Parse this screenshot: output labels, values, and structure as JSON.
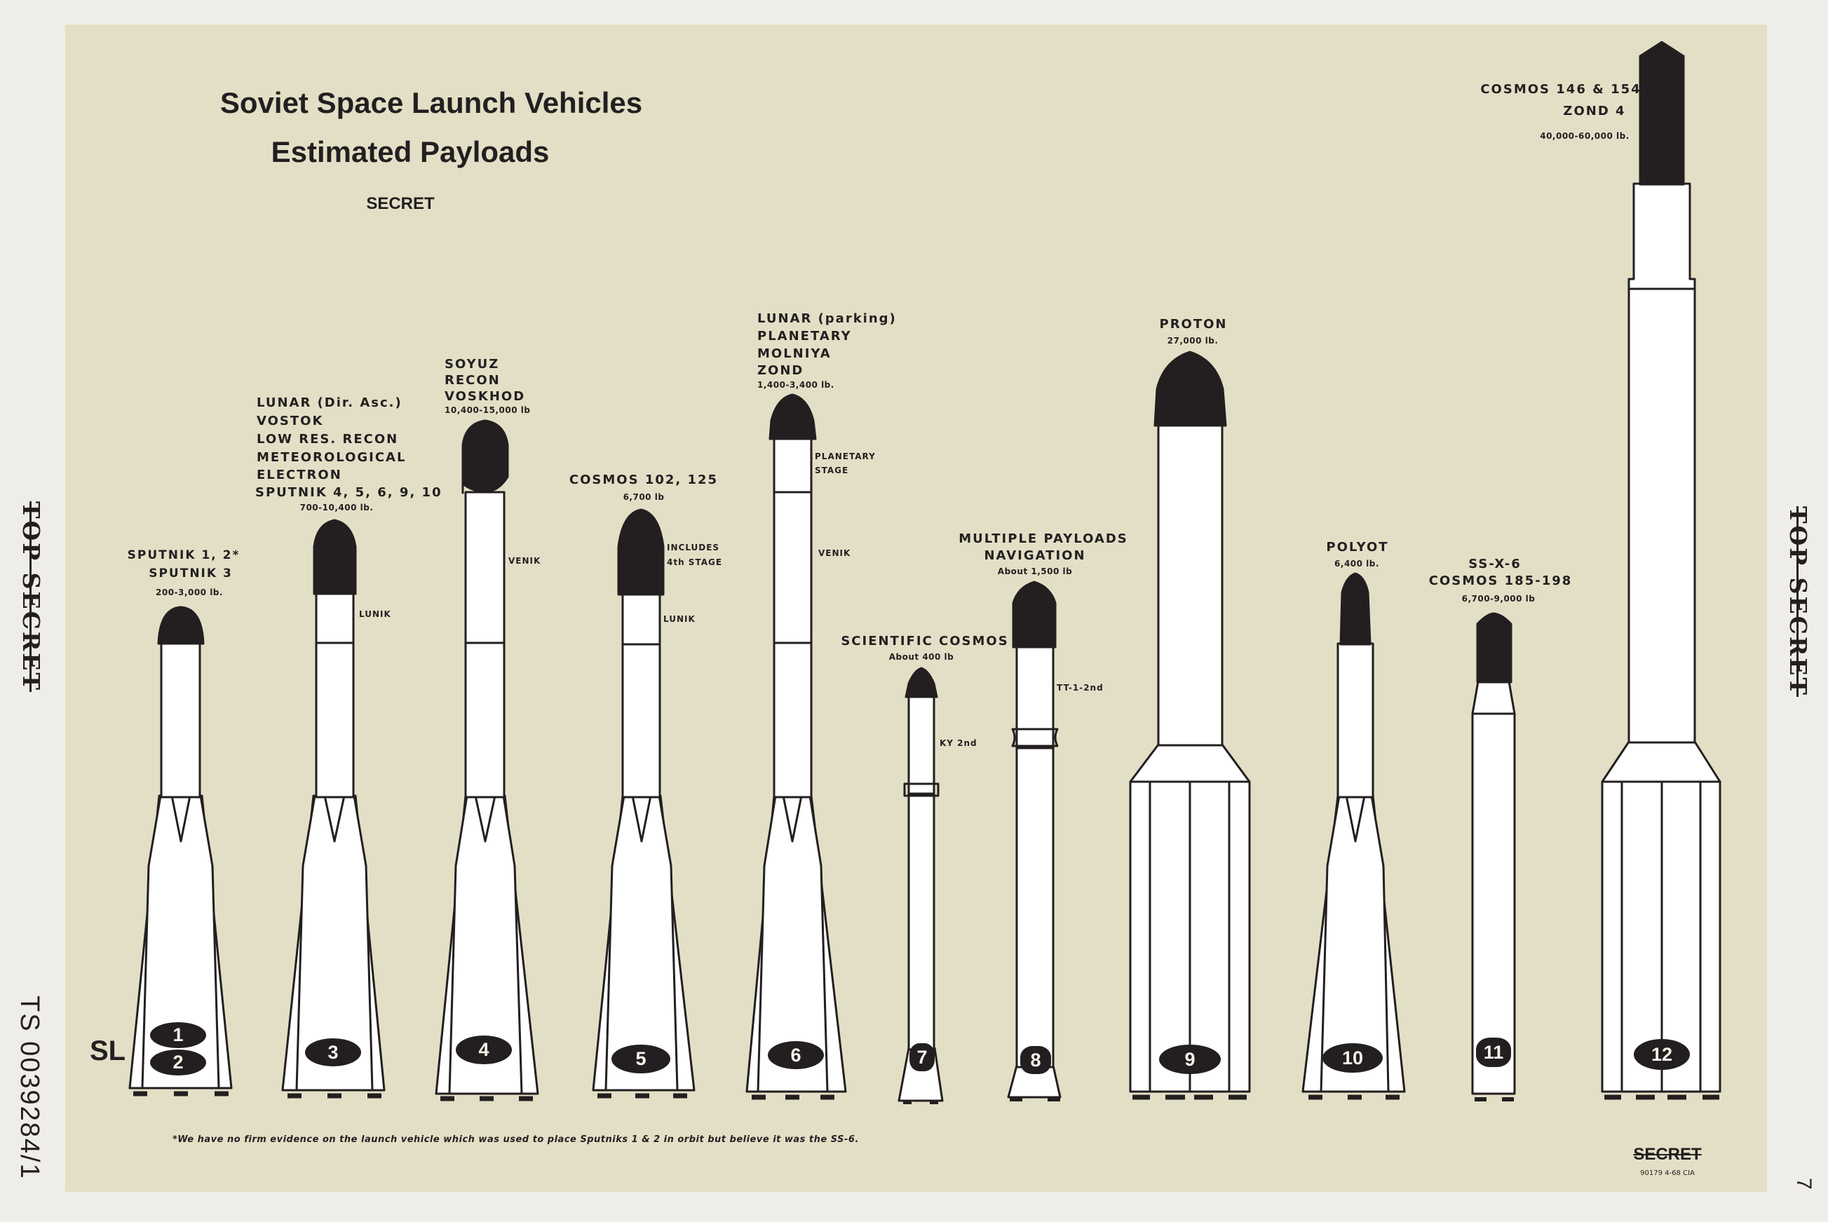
{
  "title": {
    "line1": "Soviet Space Launch Vehicles",
    "line2": "Estimated Payloads",
    "classification": "SECRET"
  },
  "side_markings": {
    "left_top_secret": "TOP SECRET",
    "right_top_secret": "TOP SECRET",
    "control_number": "TS 0039284/1",
    "page_number": "7"
  },
  "sl_label": "SL",
  "vehicles": [
    {
      "number": "1",
      "missions": [
        "SPUTNIK 1, 2*",
        "SPUTNIK 3"
      ],
      "payload": "200-3,000 lb.",
      "stage_labels": []
    },
    {
      "number": "2",
      "missions": [],
      "payload": "",
      "stage_labels": []
    },
    {
      "number": "3",
      "missions": [
        "LUNAR (Dir. Asc.)",
        "VOSTOK",
        "LOW RES. RECON",
        "METEOROLOGICAL",
        "ELECTRON",
        "SPUTNIK 4, 5, 6, 9, 10"
      ],
      "payload": "700-10,400 lb.",
      "stage_labels": [
        "LUNIK"
      ]
    },
    {
      "number": "4",
      "missions": [
        "SOYUZ",
        "RECON",
        "VOSKHOD"
      ],
      "payload": "10,400-15,000 lb",
      "stage_labels": [
        "VENIK"
      ]
    },
    {
      "number": "5",
      "missions": [
        "COSMOS 102, 125"
      ],
      "payload": "6,700 lb",
      "stage_labels": [
        "INCLUDES",
        "4th STAGE",
        "LUNIK"
      ]
    },
    {
      "number": "6",
      "missions": [
        "LUNAR (parking)",
        "PLANETARY",
        "MOLNIYA",
        "ZOND"
      ],
      "payload": "1,400-3,400 lb.",
      "stage_labels": [
        "PLANETARY",
        "STAGE",
        "VENIK"
      ]
    },
    {
      "number": "7",
      "missions": [
        "SCIENTIFIC COSMOS"
      ],
      "payload": "About 400 lb",
      "stage_labels": [
        "KY 2nd"
      ]
    },
    {
      "number": "8",
      "missions": [
        "MULTIPLE PAYLOADS",
        "NAVIGATION"
      ],
      "payload": "About 1,500 lb",
      "stage_labels": [
        "TT-1-2nd"
      ]
    },
    {
      "number": "9",
      "missions": [
        "PROTON"
      ],
      "payload": "27,000 lb.",
      "stage_labels": []
    },
    {
      "number": "10",
      "missions": [
        "POLYOT"
      ],
      "payload": "6,400 lb.",
      "stage_labels": []
    },
    {
      "number": "11",
      "missions": [
        "SS-X-6",
        "COSMOS 185-198"
      ],
      "payload": "6,700-9,000 lb",
      "stage_labels": []
    },
    {
      "number": "12",
      "missions": [
        "COSMOS 146 & 154",
        "ZOND 4"
      ],
      "payload": "40,000-60,000 lb.",
      "stage_labels": []
    }
  ],
  "footnote": "*We have no firm evidence on the launch vehicle which was used to place Sputniks 1 & 2 in orbit but believe it was the SS-6.",
  "bottom_secret": "SECRET",
  "imprint": "90179 4-68 CIA",
  "colors": {
    "paper": "#e3dfc6",
    "ink": "#231f20",
    "rocket_body": "#ffffff"
  }
}
